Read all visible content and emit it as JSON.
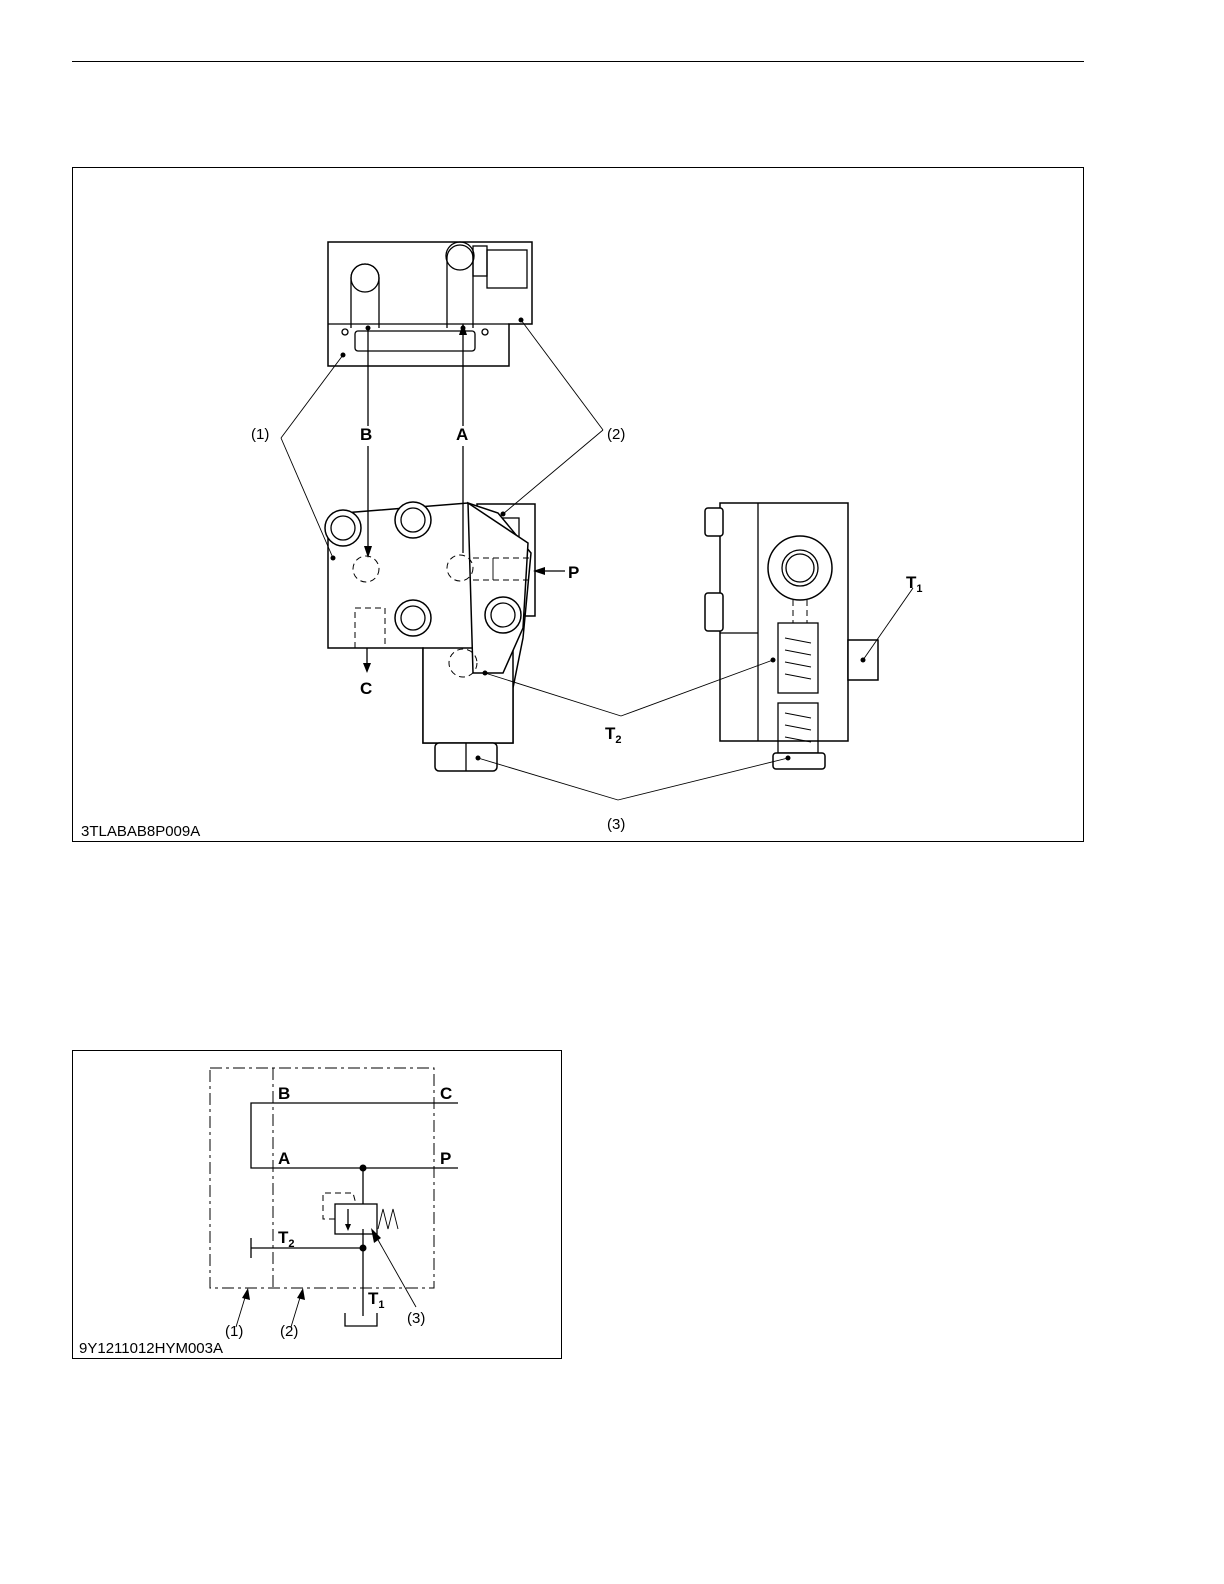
{
  "figure1": {
    "code": "3TLABAB8P009A",
    "callouts": {
      "c1": "(1)",
      "c2": "(2)",
      "c3": "(3)"
    },
    "ports": {
      "A": "A",
      "B": "B",
      "C": "C",
      "P": "P",
      "T": "T",
      "sub1": "1",
      "sub2": "2"
    }
  },
  "figure2": {
    "code": "9Y1211012HYM003A",
    "callouts": {
      "c1": "(1)",
      "c2": "(2)",
      "c3": "(3)"
    },
    "ports": {
      "A": "A",
      "B": "B",
      "C": "C",
      "P": "P",
      "T": "T",
      "sub1": "1",
      "sub2": "2"
    }
  }
}
